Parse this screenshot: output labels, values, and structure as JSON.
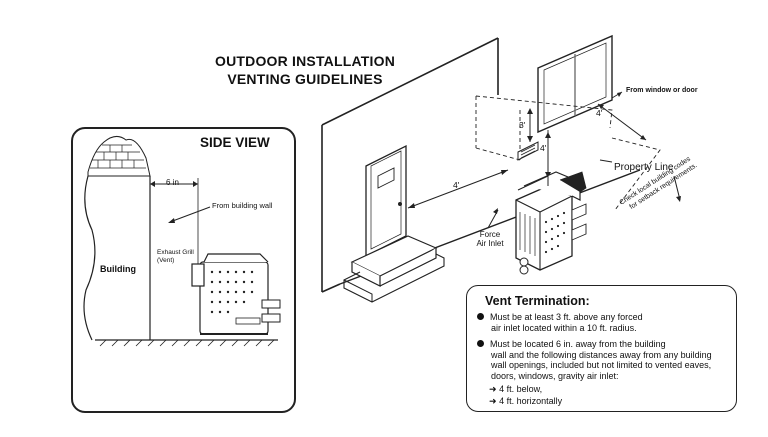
{
  "title": {
    "line1": "OUTDOOR INSTALLATION",
    "line2": "VENTING GUIDELINES"
  },
  "side_view": {
    "heading": "SIDE VIEW",
    "distance": "6 in",
    "from_wall": "From building wall",
    "building": "Building",
    "exhaust_line1": "Exhaust Grill",
    "exhaust_line2": "(Vent)"
  },
  "main_view": {
    "dim_3ft": "3'",
    "dim_4ft_vertical": "4'",
    "dim_4ft_door": "4'",
    "dim_4ft_window": "4'",
    "from_window": "From window or door",
    "force_line1": "Force",
    "force_line2": "Air Inlet",
    "property_line": "Property Line",
    "check_line1": "Check local building codes",
    "check_line2": "for setback requirements."
  },
  "vent_termination": {
    "heading": "Vent Termination:",
    "item1_line1": "Must be at least 3 ft. above any forced",
    "item1_line2": "air inlet located within a 10 ft. radius.",
    "item2_line1": "Must be located 6 in. away from the building",
    "item2_line2": "wall and the following distances away from any building",
    "item2_line3": "wall openings, included but not limited to vented eaves,",
    "item2_line4": "doors, windows, gravity air inlet:",
    "arrow1": "4 ft. below,",
    "arrow2": "4 ft. horizontally"
  }
}
